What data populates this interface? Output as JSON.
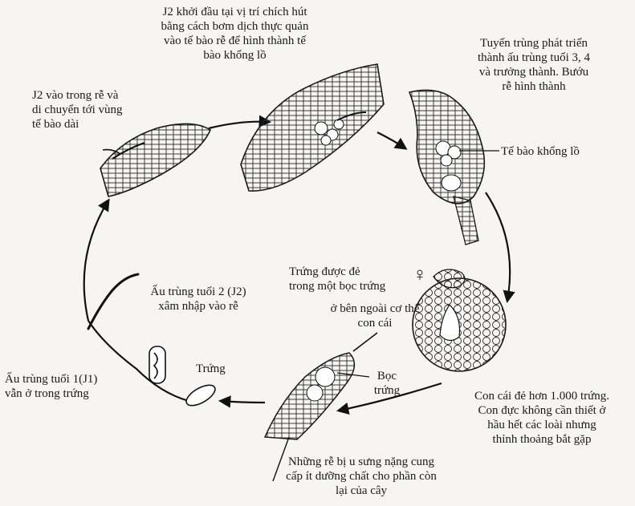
{
  "diagram": {
    "labels": {
      "j2_feeding": "J2 khởi đầu tại vị trí chích hút\nbằng cách bơm dịch thực quản\nvào tế bào rễ để hình thành tế\nbào khổng lồ",
      "j2_enter_root": "J2 vào trong rễ và\ndi chuyển tới vùng\ntế bào dài",
      "develop_adult": "Tuyến trùng phát triển\nthành ấu trùng tuổi 3, 4\nvà trưởng thành. Bướu\nrễ hình thành",
      "giant_cell": "Tế bào khổng lồ",
      "egg_sac": "Trứng được đẻ\ntrong một bọc trứng",
      "outside_female": "ở bên ngoài cơ thể\ncon cái",
      "female_symbol": "♀",
      "j2_invade": "Ấu trùng tuổi 2 (J2)\nxâm nhập vào rễ",
      "egg": "Trứng",
      "egg_case": "Bọc\ntrứng",
      "j1": "Ấu trùng tuổi 1(J1)\nvẫn ở trong trứng",
      "female_eggs": "Con cái đẻ hơn 1.000 trứng.\nCon đực không cần thiết ở\nhầu hết các loài nhưng\nthỉnh thoảng bắt gặp",
      "swollen_roots": "Những rễ bị u sưng  nặng cung\ncấp ít dưỡng chất cho phần còn\nlại của cây"
    }
  }
}
